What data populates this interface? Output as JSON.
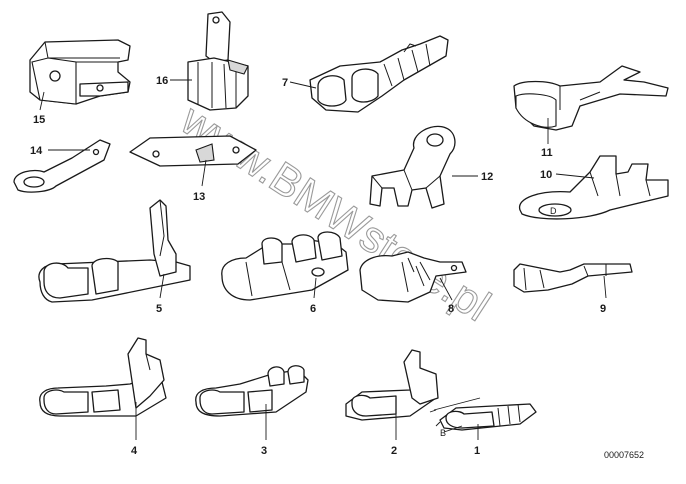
{
  "parts": [
    {
      "id": "1",
      "label": "1"
    },
    {
      "id": "2",
      "label": "2"
    },
    {
      "id": "3",
      "label": "3"
    },
    {
      "id": "4",
      "label": "4"
    },
    {
      "id": "5",
      "label": "5"
    },
    {
      "id": "6",
      "label": "6"
    },
    {
      "id": "7",
      "label": "7"
    },
    {
      "id": "8",
      "label": "8"
    },
    {
      "id": "9",
      "label": "9"
    },
    {
      "id": "10",
      "label": "10"
    },
    {
      "id": "11",
      "label": "11"
    },
    {
      "id": "12",
      "label": "12"
    },
    {
      "id": "13",
      "label": "13"
    },
    {
      "id": "14",
      "label": "14"
    },
    {
      "id": "15",
      "label": "15"
    },
    {
      "id": "16",
      "label": "16"
    }
  ],
  "dimension_label": "B",
  "hole_mark": "D",
  "watermark": "www.BMWstore.pl",
  "reference_number": "00007652"
}
